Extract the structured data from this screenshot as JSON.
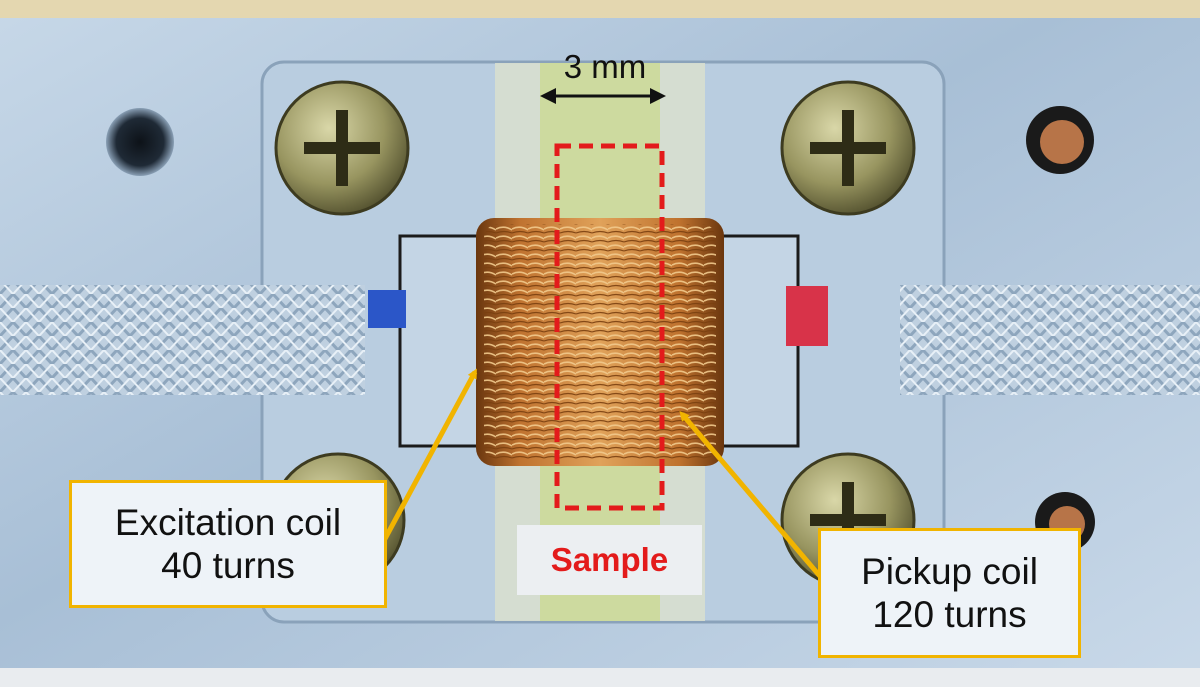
{
  "labels": {
    "scale": "3 mm",
    "sample": "Sample",
    "excitation_line1": "Excitation coil",
    "excitation_line2": "40 turns",
    "pickup_line1": "Pickup coil",
    "pickup_line2": "120 turns"
  },
  "colors": {
    "plate": "#aabfd4",
    "plate_highlight": "#d9e6f1",
    "coil": "#c8782e",
    "coil_dark": "#6e3a12",
    "arrow": "#f1b400",
    "sample_box": "#e31b1b",
    "screw": "#9c9a63"
  }
}
